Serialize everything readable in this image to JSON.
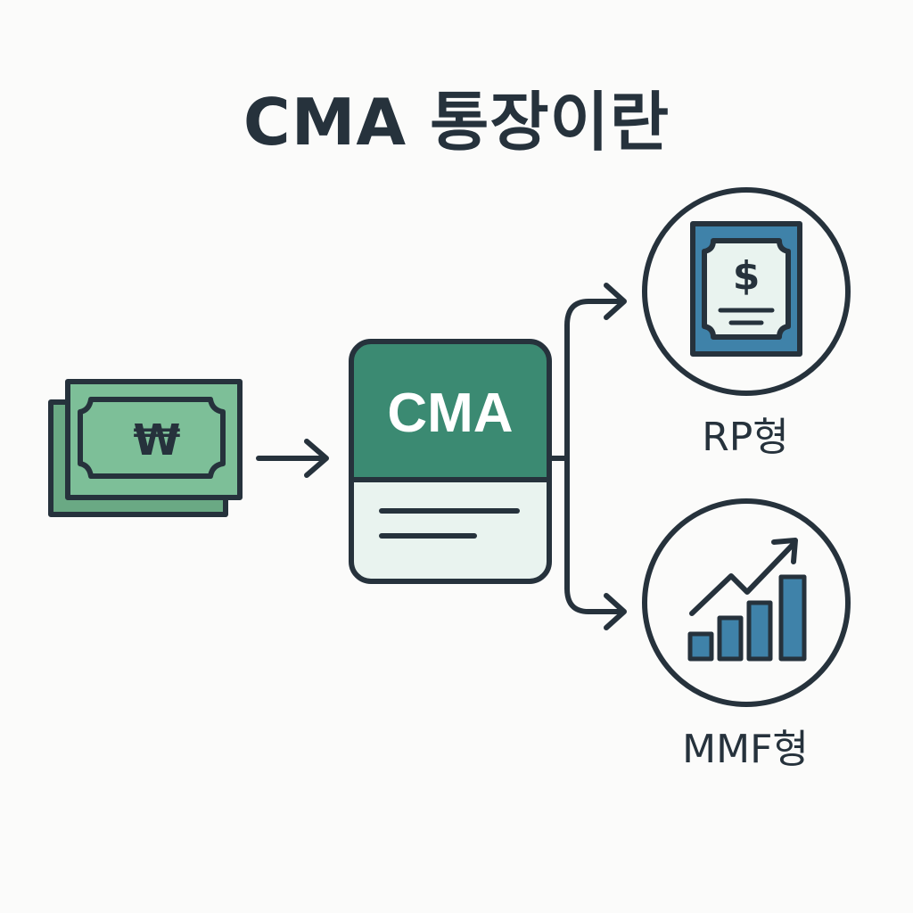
{
  "title": "CMA 통장이란",
  "money": {
    "symbol": "₩",
    "icon": "won-banknote-icon"
  },
  "cma_card": {
    "label": "CMA"
  },
  "options": [
    {
      "label": "RP형",
      "icon": "dollar-certificate-icon"
    },
    {
      "label": "MMF형",
      "icon": "growth-bar-chart-icon"
    }
  ],
  "colors": {
    "outline": "#26323c",
    "green_dark": "#3b8a72",
    "green_light": "#7dbf98",
    "green_pale": "#e9f3ef",
    "blue": "#3f82a9"
  }
}
